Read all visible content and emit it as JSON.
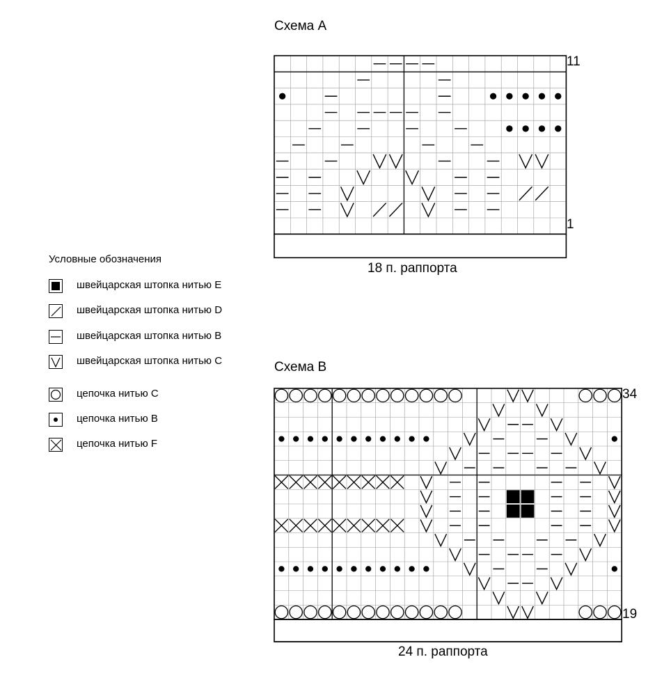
{
  "schemeA": {
    "title": "Схема А",
    "row_top": "11",
    "row_bottom": "1",
    "caption": "18 п. раппорта",
    "cols": 18,
    "rows": 11,
    "cells": [
      {
        "r": 11,
        "c": 6,
        "s": "dash"
      },
      {
        "r": 11,
        "c": 7,
        "s": "dash"
      },
      {
        "r": 11,
        "c": 8,
        "s": "dash"
      },
      {
        "r": 11,
        "c": 9,
        "s": "dash"
      },
      {
        "r": 10,
        "c": 5,
        "s": "dash"
      },
      {
        "r": 10,
        "c": 10,
        "s": "dash"
      },
      {
        "r": 9,
        "c": 0,
        "s": "dot"
      },
      {
        "r": 9,
        "c": 3,
        "s": "dash"
      },
      {
        "r": 9,
        "c": 10,
        "s": "dash"
      },
      {
        "r": 9,
        "c": 13,
        "s": "dot"
      },
      {
        "r": 9,
        "c": 14,
        "s": "dot"
      },
      {
        "r": 9,
        "c": 15,
        "s": "dot"
      },
      {
        "r": 9,
        "c": 16,
        "s": "dot"
      },
      {
        "r": 9,
        "c": 17,
        "s": "dot"
      },
      {
        "r": 8,
        "c": 3,
        "s": "dash"
      },
      {
        "r": 8,
        "c": 5,
        "s": "dash"
      },
      {
        "r": 8,
        "c": 6,
        "s": "dash"
      },
      {
        "r": 8,
        "c": 7,
        "s": "dash"
      },
      {
        "r": 8,
        "c": 8,
        "s": "dash"
      },
      {
        "r": 8,
        "c": 10,
        "s": "dash"
      },
      {
        "r": 7,
        "c": 2,
        "s": "dash"
      },
      {
        "r": 7,
        "c": 5,
        "s": "dash"
      },
      {
        "r": 7,
        "c": 8,
        "s": "dash"
      },
      {
        "r": 7,
        "c": 11,
        "s": "dash"
      },
      {
        "r": 7,
        "c": 14,
        "s": "dot"
      },
      {
        "r": 7,
        "c": 15,
        "s": "dot"
      },
      {
        "r": 7,
        "c": 16,
        "s": "dot"
      },
      {
        "r": 7,
        "c": 17,
        "s": "dot"
      },
      {
        "r": 6,
        "c": 1,
        "s": "dash"
      },
      {
        "r": 6,
        "c": 4,
        "s": "dash"
      },
      {
        "r": 6,
        "c": 9,
        "s": "dash"
      },
      {
        "r": 6,
        "c": 12,
        "s": "dash"
      },
      {
        "r": 5,
        "c": 0,
        "s": "dash"
      },
      {
        "r": 5,
        "c": 3,
        "s": "dash"
      },
      {
        "r": 5,
        "c": 6,
        "s": "v"
      },
      {
        "r": 5,
        "c": 7,
        "s": "v"
      },
      {
        "r": 5,
        "c": 10,
        "s": "dash"
      },
      {
        "r": 5,
        "c": 13,
        "s": "dash"
      },
      {
        "r": 5,
        "c": 15,
        "s": "v"
      },
      {
        "r": 5,
        "c": 16,
        "s": "v"
      },
      {
        "r": 4,
        "c": 0,
        "s": "dash"
      },
      {
        "r": 4,
        "c": 2,
        "s": "dash"
      },
      {
        "r": 4,
        "c": 5,
        "s": "v"
      },
      {
        "r": 4,
        "c": 8,
        "s": "v"
      },
      {
        "r": 4,
        "c": 11,
        "s": "dash"
      },
      {
        "r": 4,
        "c": 13,
        "s": "dash"
      },
      {
        "r": 3,
        "c": 0,
        "s": "dash"
      },
      {
        "r": 3,
        "c": 2,
        "s": "dash"
      },
      {
        "r": 3,
        "c": 4,
        "s": "v"
      },
      {
        "r": 3,
        "c": 9,
        "s": "v"
      },
      {
        "r": 3,
        "c": 11,
        "s": "dash"
      },
      {
        "r": 3,
        "c": 13,
        "s": "dash"
      },
      {
        "r": 3,
        "c": 15,
        "s": "slash"
      },
      {
        "r": 3,
        "c": 16,
        "s": "slash"
      },
      {
        "r": 2,
        "c": 0,
        "s": "dash"
      },
      {
        "r": 2,
        "c": 2,
        "s": "dash"
      },
      {
        "r": 2,
        "c": 4,
        "s": "v"
      },
      {
        "r": 2,
        "c": 6,
        "s": "slash"
      },
      {
        "r": 2,
        "c": 7,
        "s": "slash"
      },
      {
        "r": 2,
        "c": 9,
        "s": "v"
      },
      {
        "r": 2,
        "c": 11,
        "s": "dash"
      },
      {
        "r": 2,
        "c": 13,
        "s": "dash"
      }
    ]
  },
  "schemeB": {
    "title": "Схема В",
    "row_top": "34",
    "row_bottom": "19",
    "caption": "24 п. раппорта",
    "cols": 24,
    "rows": 16,
    "cells": [
      {
        "r": 34,
        "c": 0,
        "s": "circle"
      },
      {
        "r": 34,
        "c": 1,
        "s": "circle"
      },
      {
        "r": 34,
        "c": 2,
        "s": "circle"
      },
      {
        "r": 34,
        "c": 3,
        "s": "circle"
      },
      {
        "r": 34,
        "c": 4,
        "s": "circle"
      },
      {
        "r": 34,
        "c": 5,
        "s": "circle"
      },
      {
        "r": 34,
        "c": 6,
        "s": "circle"
      },
      {
        "r": 34,
        "c": 7,
        "s": "circle"
      },
      {
        "r": 34,
        "c": 8,
        "s": "circle"
      },
      {
        "r": 34,
        "c": 9,
        "s": "circle"
      },
      {
        "r": 34,
        "c": 10,
        "s": "circle"
      },
      {
        "r": 34,
        "c": 11,
        "s": "circle"
      },
      {
        "r": 34,
        "c": 12,
        "s": "circle"
      },
      {
        "r": 34,
        "c": 16,
        "s": "v"
      },
      {
        "r": 34,
        "c": 17,
        "s": "v"
      },
      {
        "r": 34,
        "c": 21,
        "s": "circle"
      },
      {
        "r": 34,
        "c": 22,
        "s": "circle"
      },
      {
        "r": 34,
        "c": 23,
        "s": "circle"
      },
      {
        "r": 33,
        "c": 15,
        "s": "v"
      },
      {
        "r": 33,
        "c": 18,
        "s": "v"
      },
      {
        "r": 32,
        "c": 14,
        "s": "v"
      },
      {
        "r": 32,
        "c": 16,
        "s": "dash"
      },
      {
        "r": 32,
        "c": 17,
        "s": "dash"
      },
      {
        "r": 32,
        "c": 19,
        "s": "v"
      },
      {
        "r": 31,
        "c": 0,
        "s": "dot"
      },
      {
        "r": 31,
        "c": 1,
        "s": "dot"
      },
      {
        "r": 31,
        "c": 2,
        "s": "dot"
      },
      {
        "r": 31,
        "c": 3,
        "s": "dot"
      },
      {
        "r": 31,
        "c": 4,
        "s": "dot"
      },
      {
        "r": 31,
        "c": 5,
        "s": "dot"
      },
      {
        "r": 31,
        "c": 6,
        "s": "dot"
      },
      {
        "r": 31,
        "c": 7,
        "s": "dot"
      },
      {
        "r": 31,
        "c": 8,
        "s": "dot"
      },
      {
        "r": 31,
        "c": 9,
        "s": "dot"
      },
      {
        "r": 31,
        "c": 10,
        "s": "dot"
      },
      {
        "r": 31,
        "c": 13,
        "s": "v"
      },
      {
        "r": 31,
        "c": 15,
        "s": "dash"
      },
      {
        "r": 31,
        "c": 18,
        "s": "dash"
      },
      {
        "r": 31,
        "c": 20,
        "s": "v"
      },
      {
        "r": 31,
        "c": 23,
        "s": "dot"
      },
      {
        "r": 30,
        "c": 12,
        "s": "v"
      },
      {
        "r": 30,
        "c": 14,
        "s": "dash"
      },
      {
        "r": 30,
        "c": 16,
        "s": "dash"
      },
      {
        "r": 30,
        "c": 17,
        "s": "dash"
      },
      {
        "r": 30,
        "c": 19,
        "s": "dash"
      },
      {
        "r": 30,
        "c": 21,
        "s": "v"
      },
      {
        "r": 29,
        "c": 11,
        "s": "v"
      },
      {
        "r": 29,
        "c": 13,
        "s": "dash"
      },
      {
        "r": 29,
        "c": 15,
        "s": "dash"
      },
      {
        "r": 29,
        "c": 18,
        "s": "dash"
      },
      {
        "r": 29,
        "c": 20,
        "s": "dash"
      },
      {
        "r": 29,
        "c": 22,
        "s": "v"
      },
      {
        "r": 28,
        "c": 0,
        "s": "cross"
      },
      {
        "r": 28,
        "c": 1,
        "s": "cross"
      },
      {
        "r": 28,
        "c": 2,
        "s": "cross"
      },
      {
        "r": 28,
        "c": 3,
        "s": "cross"
      },
      {
        "r": 28,
        "c": 4,
        "s": "cross"
      },
      {
        "r": 28,
        "c": 5,
        "s": "cross"
      },
      {
        "r": 28,
        "c": 6,
        "s": "cross"
      },
      {
        "r": 28,
        "c": 7,
        "s": "cross"
      },
      {
        "r": 28,
        "c": 8,
        "s": "cross"
      },
      {
        "r": 28,
        "c": 10,
        "s": "v"
      },
      {
        "r": 28,
        "c": 12,
        "s": "dash"
      },
      {
        "r": 28,
        "c": 14,
        "s": "dash"
      },
      {
        "r": 28,
        "c": 19,
        "s": "dash"
      },
      {
        "r": 28,
        "c": 21,
        "s": "dash"
      },
      {
        "r": 28,
        "c": 23,
        "s": "v"
      },
      {
        "r": 27,
        "c": 10,
        "s": "v"
      },
      {
        "r": 27,
        "c": 12,
        "s": "dash"
      },
      {
        "r": 27,
        "c": 14,
        "s": "dash"
      },
      {
        "r": 27,
        "c": 16,
        "s": "square"
      },
      {
        "r": 27,
        "c": 17,
        "s": "square"
      },
      {
        "r": 27,
        "c": 19,
        "s": "dash"
      },
      {
        "r": 27,
        "c": 21,
        "s": "dash"
      },
      {
        "r": 27,
        "c": 23,
        "s": "v"
      },
      {
        "r": 26,
        "c": 10,
        "s": "v"
      },
      {
        "r": 26,
        "c": 12,
        "s": "dash"
      },
      {
        "r": 26,
        "c": 14,
        "s": "dash"
      },
      {
        "r": 26,
        "c": 16,
        "s": "square"
      },
      {
        "r": 26,
        "c": 17,
        "s": "square"
      },
      {
        "r": 26,
        "c": 19,
        "s": "dash"
      },
      {
        "r": 26,
        "c": 21,
        "s": "dash"
      },
      {
        "r": 26,
        "c": 23,
        "s": "v"
      },
      {
        "r": 25,
        "c": 0,
        "s": "cross"
      },
      {
        "r": 25,
        "c": 1,
        "s": "cross"
      },
      {
        "r": 25,
        "c": 2,
        "s": "cross"
      },
      {
        "r": 25,
        "c": 3,
        "s": "cross"
      },
      {
        "r": 25,
        "c": 4,
        "s": "cross"
      },
      {
        "r": 25,
        "c": 5,
        "s": "cross"
      },
      {
        "r": 25,
        "c": 6,
        "s": "cross"
      },
      {
        "r": 25,
        "c": 7,
        "s": "cross"
      },
      {
        "r": 25,
        "c": 8,
        "s": "cross"
      },
      {
        "r": 25,
        "c": 10,
        "s": "v"
      },
      {
        "r": 25,
        "c": 12,
        "s": "dash"
      },
      {
        "r": 25,
        "c": 14,
        "s": "dash"
      },
      {
        "r": 25,
        "c": 19,
        "s": "dash"
      },
      {
        "r": 25,
        "c": 21,
        "s": "dash"
      },
      {
        "r": 25,
        "c": 23,
        "s": "v"
      },
      {
        "r": 24,
        "c": 11,
        "s": "v"
      },
      {
        "r": 24,
        "c": 13,
        "s": "dash"
      },
      {
        "r": 24,
        "c": 15,
        "s": "dash"
      },
      {
        "r": 24,
        "c": 18,
        "s": "dash"
      },
      {
        "r": 24,
        "c": 20,
        "s": "dash"
      },
      {
        "r": 24,
        "c": 22,
        "s": "v"
      },
      {
        "r": 23,
        "c": 12,
        "s": "v"
      },
      {
        "r": 23,
        "c": 14,
        "s": "dash"
      },
      {
        "r": 23,
        "c": 16,
        "s": "dash"
      },
      {
        "r": 23,
        "c": 17,
        "s": "dash"
      },
      {
        "r": 23,
        "c": 19,
        "s": "dash"
      },
      {
        "r": 23,
        "c": 21,
        "s": "v"
      },
      {
        "r": 22,
        "c": 0,
        "s": "dot"
      },
      {
        "r": 22,
        "c": 1,
        "s": "dot"
      },
      {
        "r": 22,
        "c": 2,
        "s": "dot"
      },
      {
        "r": 22,
        "c": 3,
        "s": "dot"
      },
      {
        "r": 22,
        "c": 4,
        "s": "dot"
      },
      {
        "r": 22,
        "c": 5,
        "s": "dot"
      },
      {
        "r": 22,
        "c": 6,
        "s": "dot"
      },
      {
        "r": 22,
        "c": 7,
        "s": "dot"
      },
      {
        "r": 22,
        "c": 8,
        "s": "dot"
      },
      {
        "r": 22,
        "c": 9,
        "s": "dot"
      },
      {
        "r": 22,
        "c": 10,
        "s": "dot"
      },
      {
        "r": 22,
        "c": 13,
        "s": "v"
      },
      {
        "r": 22,
        "c": 15,
        "s": "dash"
      },
      {
        "r": 22,
        "c": 18,
        "s": "dash"
      },
      {
        "r": 22,
        "c": 20,
        "s": "v"
      },
      {
        "r": 22,
        "c": 23,
        "s": "dot"
      },
      {
        "r": 21,
        "c": 14,
        "s": "v"
      },
      {
        "r": 21,
        "c": 16,
        "s": "dash"
      },
      {
        "r": 21,
        "c": 17,
        "s": "dash"
      },
      {
        "r": 21,
        "c": 19,
        "s": "v"
      },
      {
        "r": 20,
        "c": 15,
        "s": "v"
      },
      {
        "r": 20,
        "c": 18,
        "s": "v"
      },
      {
        "r": 19,
        "c": 0,
        "s": "circle"
      },
      {
        "r": 19,
        "c": 1,
        "s": "circle"
      },
      {
        "r": 19,
        "c": 2,
        "s": "circle"
      },
      {
        "r": 19,
        "c": 3,
        "s": "circle"
      },
      {
        "r": 19,
        "c": 4,
        "s": "circle"
      },
      {
        "r": 19,
        "c": 5,
        "s": "circle"
      },
      {
        "r": 19,
        "c": 6,
        "s": "circle"
      },
      {
        "r": 19,
        "c": 7,
        "s": "circle"
      },
      {
        "r": 19,
        "c": 8,
        "s": "circle"
      },
      {
        "r": 19,
        "c": 9,
        "s": "circle"
      },
      {
        "r": 19,
        "c": 10,
        "s": "circle"
      },
      {
        "r": 19,
        "c": 11,
        "s": "circle"
      },
      {
        "r": 19,
        "c": 12,
        "s": "circle"
      },
      {
        "r": 19,
        "c": 16,
        "s": "v"
      },
      {
        "r": 19,
        "c": 17,
        "s": "v"
      },
      {
        "r": 19,
        "c": 21,
        "s": "circle"
      },
      {
        "r": 19,
        "c": 22,
        "s": "circle"
      },
      {
        "r": 19,
        "c": 23,
        "s": "circle"
      }
    ]
  },
  "legend": {
    "title": "Условные обозначения",
    "items": [
      {
        "symbol": "square",
        "label": "швейцарская штопка нитью E"
      },
      {
        "symbol": "slash",
        "label": "швейцарская штопка нитью D"
      },
      {
        "symbol": "dash",
        "label": "швейцарская штопка нитью B"
      },
      {
        "symbol": "v",
        "label": "швейцарская штопка нитью C"
      },
      {
        "symbol": "circle",
        "label": "цепочка нитью C"
      },
      {
        "symbol": "dot",
        "label": "цепочка нитью B"
      },
      {
        "symbol": "cross",
        "label": "цепочка нитью F"
      }
    ]
  }
}
